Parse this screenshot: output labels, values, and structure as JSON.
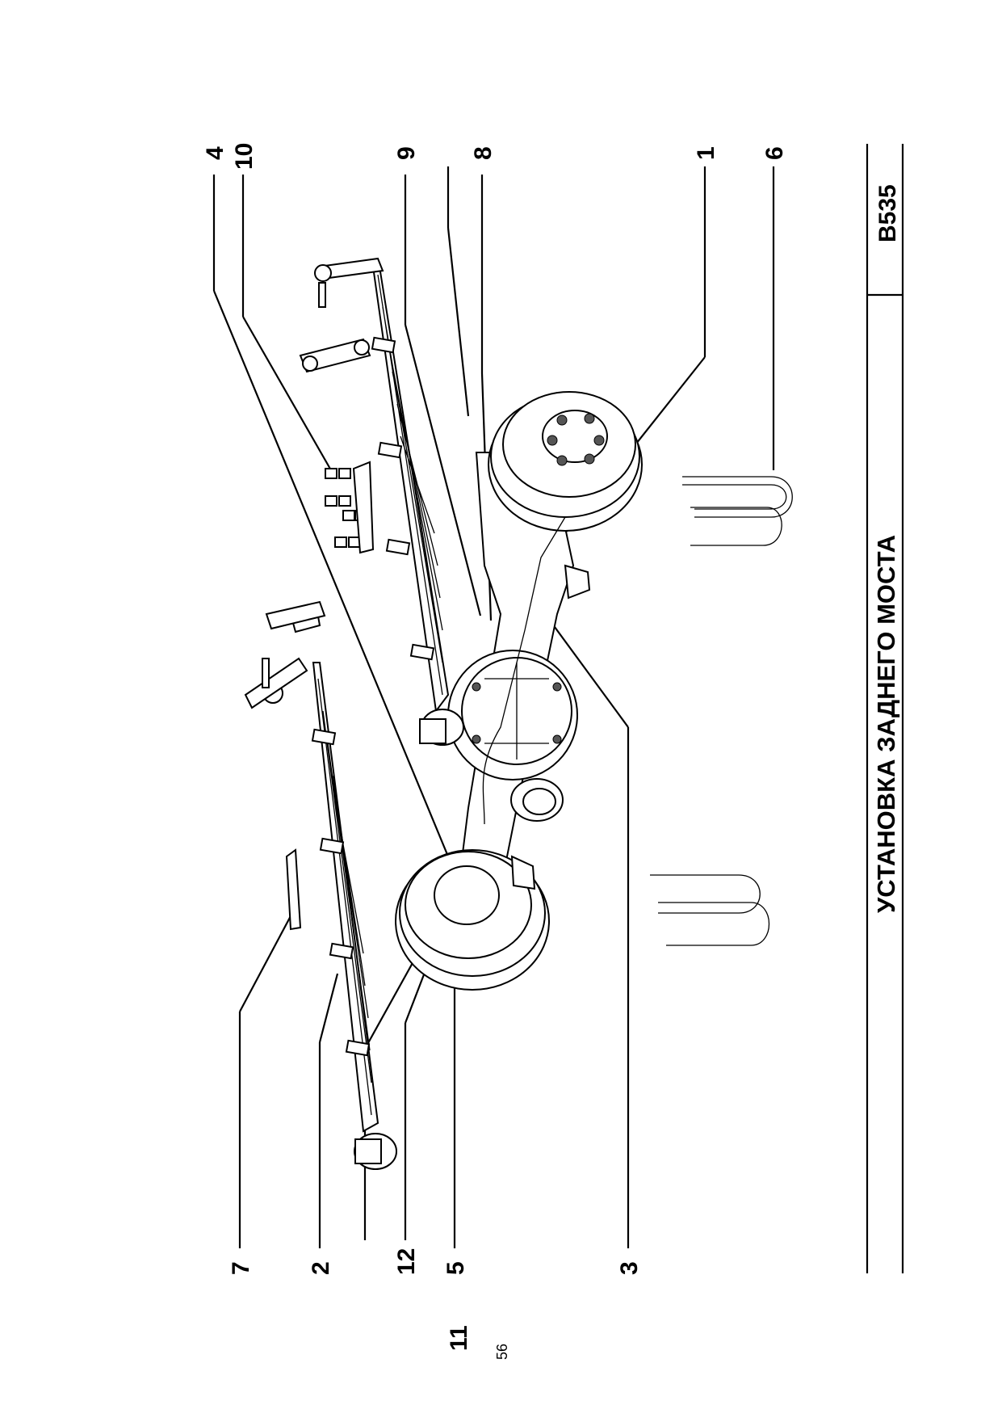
{
  "callouts": {
    "c1": "1",
    "c2": "2",
    "c3": "3",
    "c4": "4",
    "c5": "5",
    "c6": "6",
    "c7": "7",
    "c8": "8",
    "c9": "9",
    "c10": "10",
    "c11": "11",
    "c12": "12"
  },
  "title_block": {
    "title": "УСТАНОВКА ЗАДНЕГО МОСТА",
    "code": "B535"
  },
  "page_number": "56"
}
